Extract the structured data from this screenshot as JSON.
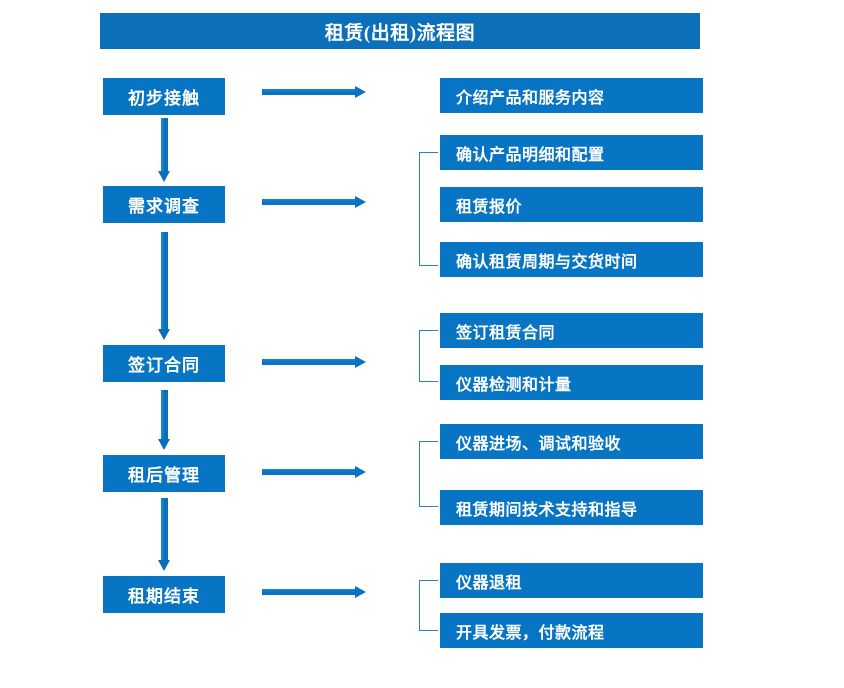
{
  "title": {
    "text": "租赁(出租)流程图"
  },
  "colors": {
    "box_blue": "#0874c4",
    "title_blue": "#0b6fba",
    "arrow_blue": "#0a72c2",
    "bracket_blue": "#2f7fc4",
    "text": "#ffffff",
    "background": "#ffffff"
  },
  "stages": [
    {
      "label": "初步接触"
    },
    {
      "label": "需求调查"
    },
    {
      "label": "签订合同"
    },
    {
      "label": "租后管理"
    },
    {
      "label": "租期结束"
    }
  ],
  "details": [
    {
      "label": "介绍产品和服务内容"
    },
    {
      "label": "确认产品明细和配置"
    },
    {
      "label": "租赁报价"
    },
    {
      "label": "确认租赁周期与交货时间"
    },
    {
      "label": "签订租赁合同"
    },
    {
      "label": "仪器检测和计量"
    },
    {
      "label": "仪器进场、调试和验收"
    },
    {
      "label": "租赁期间技术支持和指导"
    },
    {
      "label": "仪器退租"
    },
    {
      "label": "开具发票，付款流程"
    }
  ],
  "connectors": {
    "vertical_arrow_count": 4,
    "horizontal_arrow_count": 5,
    "bracket_count": 4
  }
}
